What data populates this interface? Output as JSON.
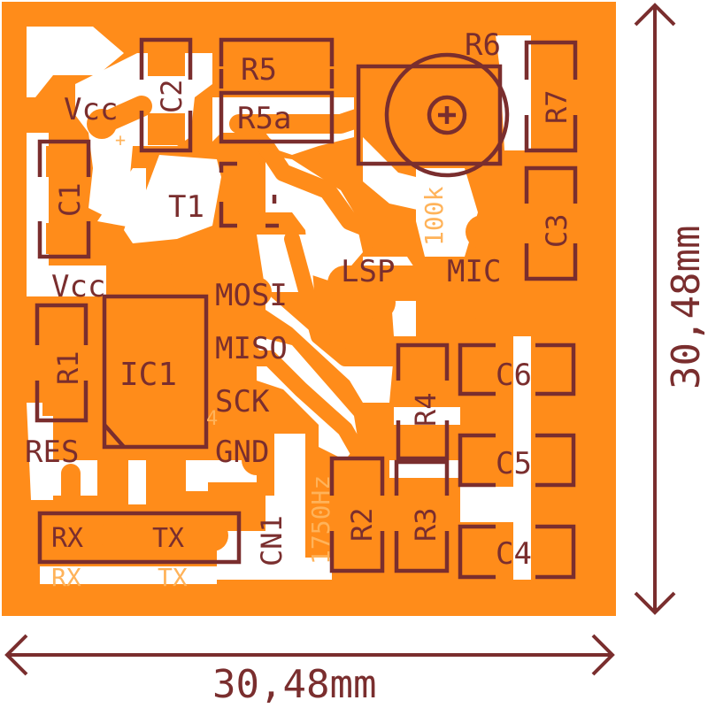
{
  "colors": {
    "copper": "#ff8c1a",
    "copper_light": "#ffb35a",
    "silkscreen": "#7a2e2e",
    "isolation": "#ffffff"
  },
  "labels": {
    "vcc_top": "Vcc",
    "vcc_mid": "Vcc",
    "c2": "C2",
    "c1": "C1",
    "r5": "R5",
    "r5a": "R5a",
    "r6": "R6",
    "r7": "R7",
    "c3": "C3",
    "t1": "T1",
    "pot_value": "100k",
    "lsp": "LSP",
    "mic": "MIC",
    "mosi": "MOSI",
    "miso": "MISO",
    "sck": "SCK",
    "gnd": "GND",
    "ic1": "IC1",
    "r1": "R1",
    "res": "RES",
    "pin4": "4",
    "rx": "RX",
    "tx": "TX",
    "rx_copper": "RX",
    "tx_copper": "TX",
    "cn1": "CN1",
    "freq": "1750Hz",
    "r2": "R2",
    "r3": "R3",
    "r4": "R4",
    "c4": "C4",
    "c5": "C5",
    "c6": "C6",
    "plus": "+",
    "dim_h": "30,48mm",
    "dim_v": "30,48mm"
  }
}
